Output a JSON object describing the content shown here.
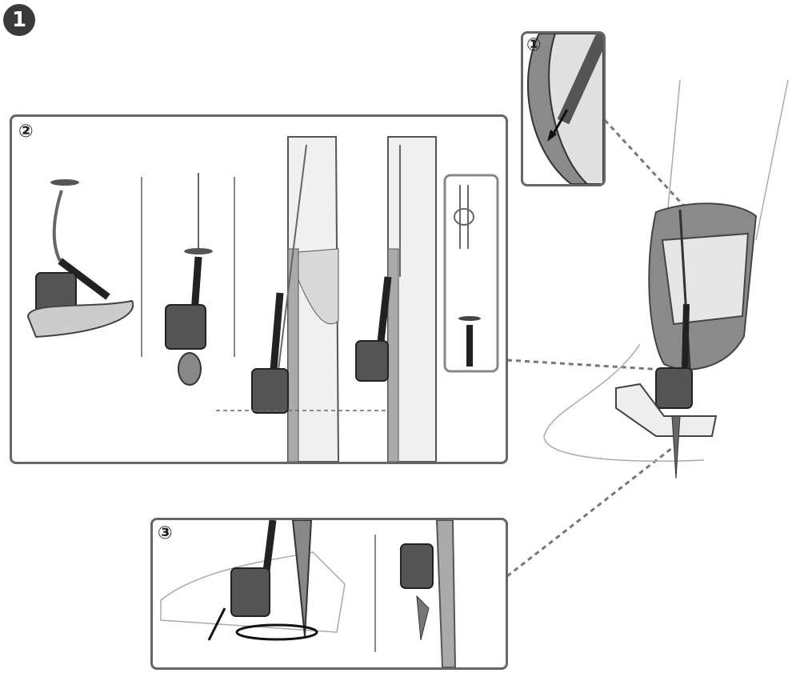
{
  "step": {
    "number": "1"
  },
  "details": [
    {
      "label": "①"
    },
    {
      "label": "②"
    },
    {
      "label": "③"
    }
  ],
  "colors": {
    "frame": "#666666",
    "dark": "#3a3a3a",
    "mid": "#8a8a8a",
    "light": "#d8d8d8"
  }
}
